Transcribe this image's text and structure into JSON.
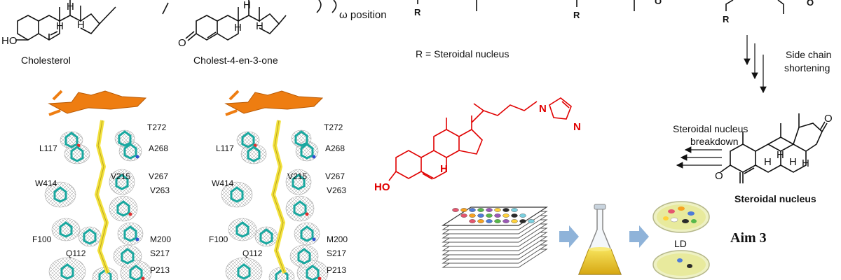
{
  "top": {
    "cholesterol_label": "Cholesterol",
    "cholestenone_label": "Cholest-4-en-3-one",
    "omega_label": "ω position",
    "r_definition": "R = Steroidal nucleus",
    "r_atom": "R",
    "ho_atom": "HO",
    "o_atom": "O",
    "h_atom": "H"
  },
  "right": {
    "side_chain_label": "Side chain",
    "shortening_label": "shortening",
    "breakdown_line1": "Steroidal nucleus",
    "breakdown_line2": "breakdown",
    "nucleus_caption": "Steroidal nucleus"
  },
  "structure": {
    "residues_left": [
      "T272",
      "L117",
      "A268",
      "W414",
      "V215",
      "V267",
      "V263",
      "F100",
      "M200",
      "Q112",
      "S217",
      "P213"
    ],
    "residues_right": [
      "T272",
      "L117",
      "A268",
      "W414",
      "V215",
      "V267",
      "V263",
      "F100",
      "M200",
      "Q112",
      "S217",
      "P213"
    ]
  },
  "inhibitor": {
    "ho_atom": "HO",
    "h_atom": "H",
    "n1": "N",
    "n2": "N"
  },
  "screen": {
    "ld_label": "LD",
    "aim_label": "Aim 3"
  },
  "colors": {
    "heme": "#ee7d11",
    "ligand": "#f3e23c",
    "protein": "#1aa8a0",
    "inhibitor": "#e00000",
    "arrow_blue": "#8fb3d9"
  }
}
